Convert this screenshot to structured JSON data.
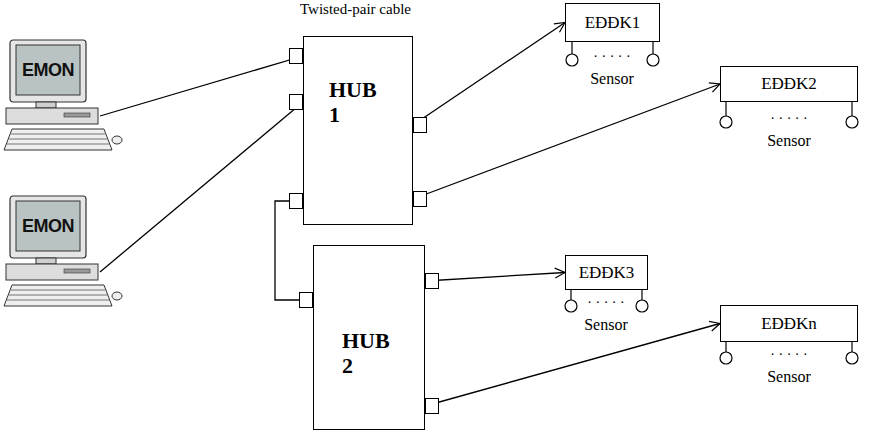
{
  "diagram": {
    "nodes": [
      {
        "text": [
          "EMON"
        ]
      },
      {
        "text": [
          "EMON"
        ]
      },
      {
        "text": [
          "HUB 1"
        ]
      },
      {
        "text": [
          "HUB 2"
        ]
      },
      {
        "text": [
          "EĐĐK1"
        ]
      },
      {
        "text": [
          "EĐĐK2"
        ]
      },
      {
        "text": [
          "EĐĐK3"
        ]
      },
      {
        "text": [
          "EĐĐKn"
        ]
      }
    ],
    "edges": [
      {
        "from": 0,
        "to": 2,
        "arrow": "none"
      },
      {
        "from": 1,
        "to": 2,
        "arrow": "none"
      },
      {
        "from": 2,
        "to": 3,
        "arrow": "none"
      },
      {
        "from": 2,
        "to": 4,
        "arrow": "to"
      },
      {
        "from": 2,
        "to": 5,
        "arrow": "to"
      },
      {
        "from": 3,
        "to": 6,
        "arrow": "to"
      },
      {
        "from": 3,
        "to": 7,
        "arrow": "to"
      }
    ],
    "labels": [
      "Twisted-pair cable",
      "· · · · ·",
      "Sensor",
      "· · · · ·",
      "Sensor",
      "· · · · ·",
      "Sensor",
      "· · · · ·",
      "Sensor"
    ]
  }
}
